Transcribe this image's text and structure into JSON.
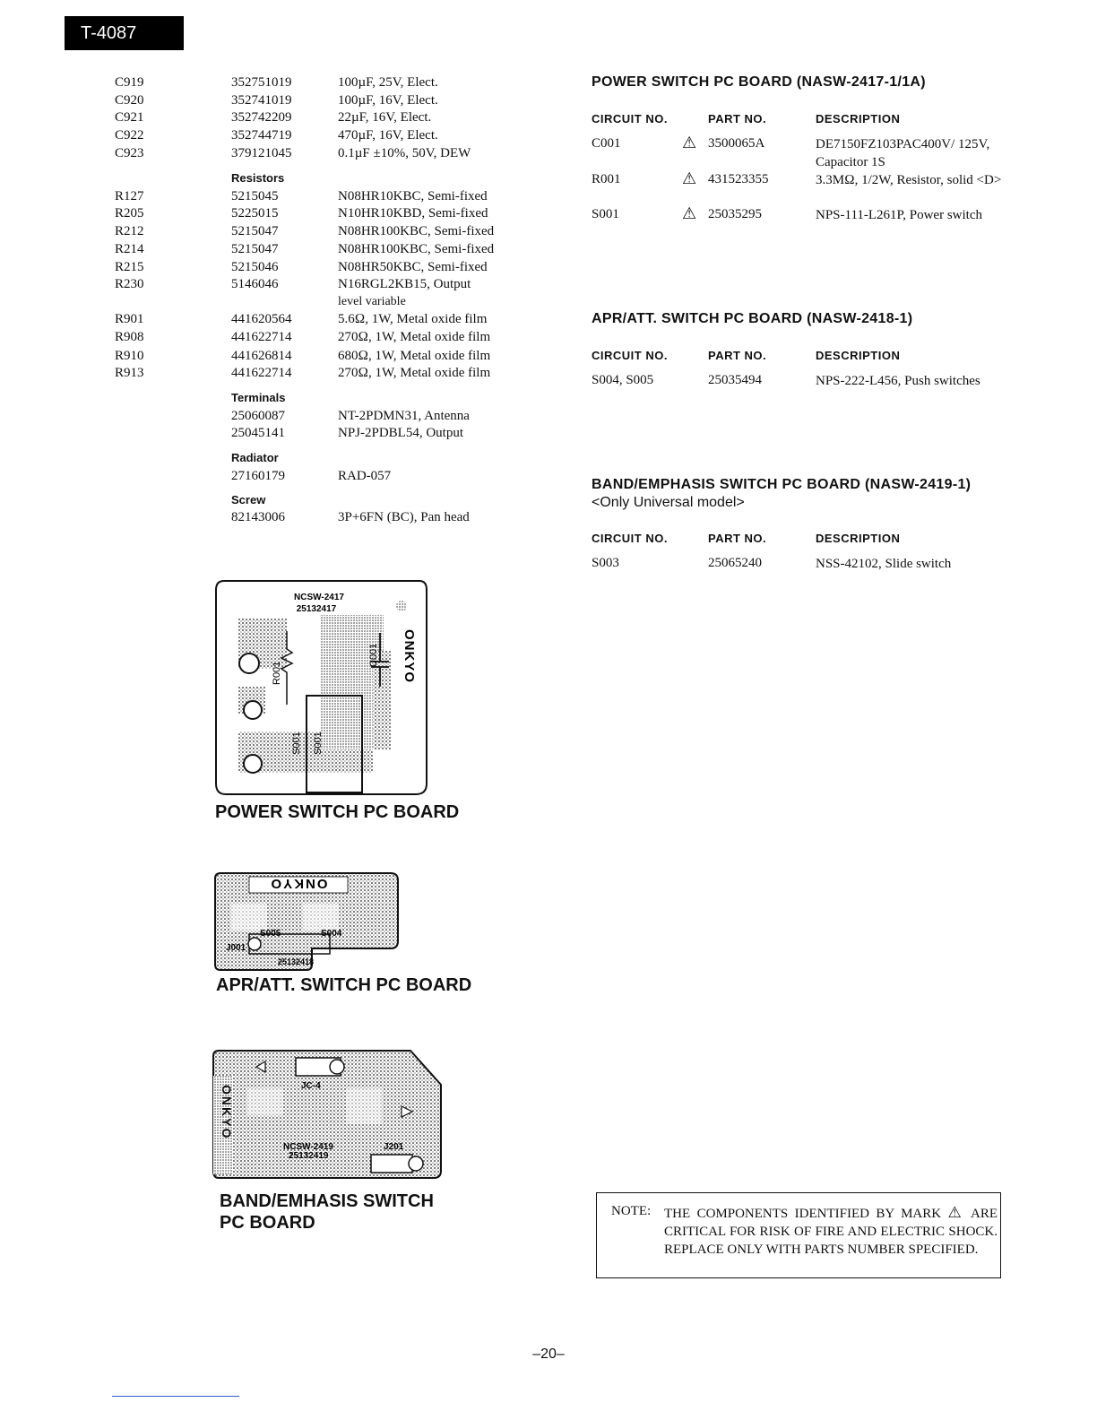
{
  "model": "T-4087",
  "left_parts": [
    {
      "circuit": "C919",
      "part": "352751019",
      "desc": "100µF, 25V, Elect."
    },
    {
      "circuit": "C920",
      "part": "352741019",
      "desc": "100µF, 16V, Elect."
    },
    {
      "circuit": "C921",
      "part": "352742209",
      "desc": "22µF, 16V, Elect."
    },
    {
      "circuit": "C922",
      "part": "352744719",
      "desc": "470µF, 16V, Elect."
    },
    {
      "circuit": "C923",
      "part": "379121045",
      "desc": "0.1µF ±10%, 50V, DEW"
    }
  ],
  "resistors_heading": "Resistors",
  "resistors": [
    {
      "circuit": "R127",
      "part": "5215045",
      "desc": "N08HR10KBC, Semi-fixed"
    },
    {
      "circuit": "R205",
      "part": "5225015",
      "desc": "N10HR10KBD, Semi-fixed"
    },
    {
      "circuit": "R212",
      "part": "5215047",
      "desc": "N08HR100KBC, Semi-fixed"
    },
    {
      "circuit": "R214",
      "part": "5215047",
      "desc": "N08HR100KBC, Semi-fixed"
    },
    {
      "circuit": "R215",
      "part": "5215046",
      "desc": "N08HR50KBC, Semi-fixed"
    },
    {
      "circuit": "R230",
      "part": "5146046",
      "desc": "N16RGL2KB15, Output",
      "desc2": "level variable"
    },
    {
      "circuit": "R901",
      "part": "441620564",
      "desc": "5.6Ω, 1W, Metal oxide film"
    },
    {
      "circuit": "R908",
      "part": "441622714",
      "desc": "270Ω, 1W, Metal oxide film"
    },
    {
      "circuit": "R910",
      "part": "441626814",
      "desc": "680Ω, 1W, Metal oxide film"
    },
    {
      "circuit": "R913",
      "part": "441622714",
      "desc": "270Ω, 1W, Metal oxide film"
    }
  ],
  "terminals_heading": "Terminals",
  "terminals": [
    {
      "part": "25060087",
      "desc": "NT-2PDMN31, Antenna"
    },
    {
      "part": "25045141",
      "desc": "NPJ-2PDBL54, Output"
    }
  ],
  "radiator_heading": "Radiator",
  "radiator": {
    "part": "27160179",
    "desc": "RAD-057"
  },
  "screw_heading": "Screw",
  "screw": {
    "part": "82143006",
    "desc": "3P+6FN (BC), Pan head"
  },
  "column_headers": {
    "circuit": "CIRCUIT NO.",
    "part": "PART NO.",
    "description": "DESCRIPTION"
  },
  "power_switch": {
    "title": "POWER SWITCH PC BOARD (NASW-2417-1/1A)",
    "rows": [
      {
        "circuit": "C001",
        "warn": "⚠",
        "part": "3500065A",
        "desc": "DE7150FZ103PAC400V/ 125V, Capacitor 1S"
      },
      {
        "circuit": "R001",
        "warn": "⚠",
        "part": "431523355",
        "desc": "3.3MΩ, 1/2W, Resistor, solid <D>"
      },
      {
        "circuit": "S001",
        "warn": "⚠",
        "part": "25035295",
        "desc": "NPS-111-L261P, Power switch"
      }
    ]
  },
  "apr_att_switch": {
    "title": "APR/ATT. SWITCH PC BOARD (NASW-2418-1)",
    "rows": [
      {
        "circuit": "S004, S005",
        "part": "25035494",
        "desc": "NPS-222-L456, Push switches"
      }
    ]
  },
  "band_emphasis_switch": {
    "title": "BAND/EMPHASIS SWITCH PC BOARD (NASW-2419-1)",
    "subtitle": "<Only Universal model>",
    "rows": [
      {
        "circuit": "S003",
        "part": "25065240",
        "desc": "NSS-42102, Slide switch"
      }
    ]
  },
  "board_images": {
    "power": {
      "code": "NCSW-2417",
      "part": "25132417",
      "label": "POWER SWITCH PC BOARD",
      "brand": "ONKYO",
      "refs": [
        "R001",
        "C001",
        "S001",
        "S001"
      ]
    },
    "apr": {
      "label": "APR/ATT. SWITCH PC BOARD",
      "brand": "ONKYO",
      "refs": [
        "S005",
        "S004",
        "J001"
      ],
      "part": "25132418"
    },
    "band": {
      "label_line1": "BAND/EMHASIS SWITCH",
      "label_line2": "PC BOARD",
      "brand": "ONKYO",
      "refs": [
        "JC-4",
        "J201"
      ],
      "code": "NCSW-2419",
      "part": "25132419"
    }
  },
  "note": {
    "label": "NOTE:",
    "text_before": "THE COMPONENTS IDENTIFIED BY MARK",
    "warn": "⚠",
    "text_after": "ARE CRITICAL FOR RISK OF FIRE AND ELECTRIC SHOCK. REPLACE ONLY WITH PARTS NUMBER SPECIFIED."
  },
  "page_number": "–20–"
}
